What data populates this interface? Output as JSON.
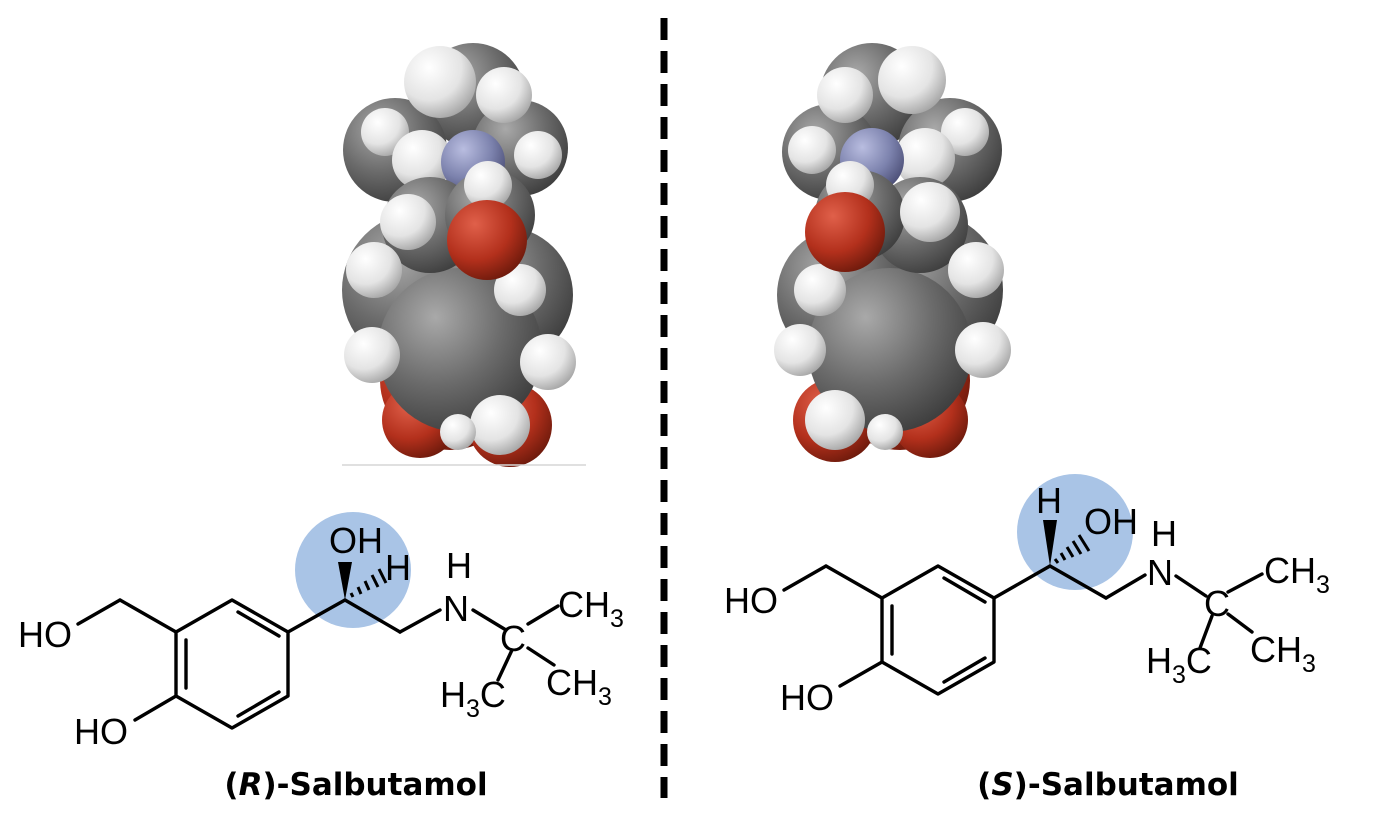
{
  "colors": {
    "carbon": "#6b6b6b",
    "hydrogen": "#e8e8e8",
    "nitrogen": "#7c82ad",
    "oxygen": "#b3301c",
    "highlight": "#a9c4e6",
    "divider": "#000000"
  },
  "panels": [
    {
      "id": "r",
      "caption": {
        "open": "(",
        "descriptor": "R",
        "rest": ")-Salbutamol"
      },
      "atoms": {
        "benzyl_oh": "HO",
        "phenol_oh": "HO",
        "stereo_oh": "OH",
        "stereo_h": "H",
        "amine_h": "H",
        "amine_n": "N",
        "quaternary_c": "C",
        "methyl_upper": {
          "main": "CH",
          "sub": "3"
        },
        "methyl_right": {
          "main": "CH",
          "sub": "3"
        },
        "methyl_lower": {
          "h": "H",
          "sub": "3",
          "c": "C"
        }
      }
    },
    {
      "id": "s",
      "caption": {
        "open": "(",
        "descriptor": "S",
        "rest": ")-Salbutamol"
      },
      "atoms": {
        "benzyl_oh": "HO",
        "phenol_oh": "HO",
        "stereo_oh": "OH",
        "stereo_h": "H",
        "amine_h": "H",
        "amine_n": "N",
        "quaternary_c": "C",
        "methyl_upper": {
          "main": "CH",
          "sub": "3"
        },
        "methyl_right": {
          "main": "CH",
          "sub": "3"
        },
        "methyl_lower": {
          "h": "H",
          "sub": "3",
          "c": "C"
        }
      }
    }
  ]
}
